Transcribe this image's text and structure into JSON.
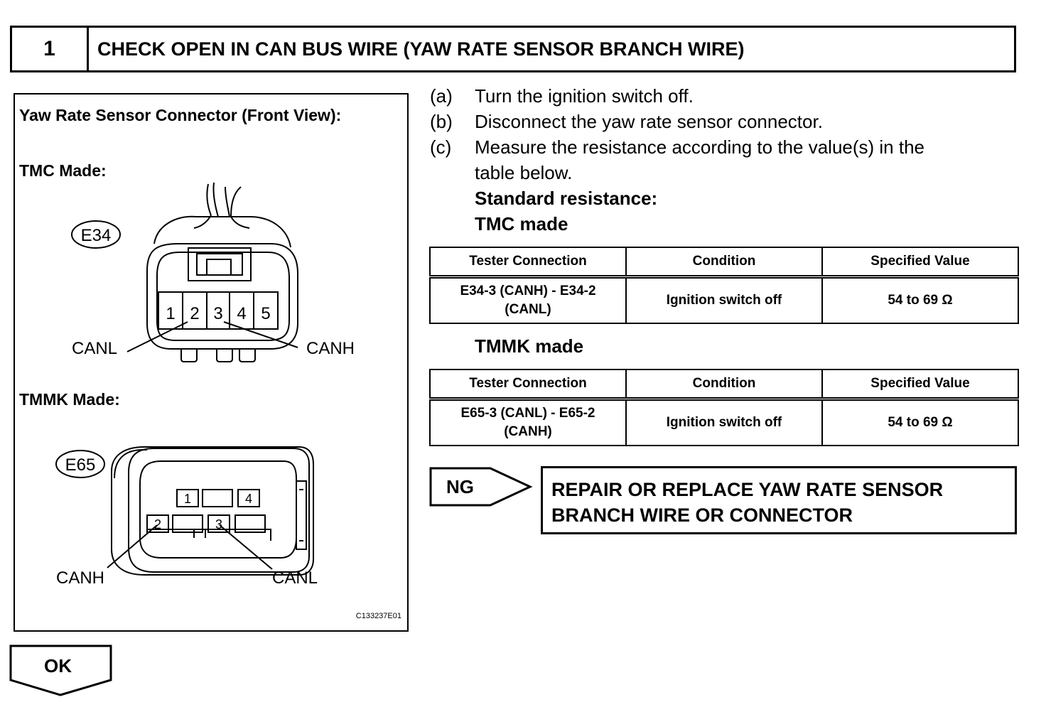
{
  "header": {
    "step_number": "1",
    "title": "CHECK OPEN IN CAN BUS WIRE (YAW RATE SENSOR BRANCH WIRE)"
  },
  "figure": {
    "title": "Yaw Rate Sensor Connector (Front View):",
    "tmc_label": "TMC Made:",
    "tmmk_label": "TMMK Made:",
    "tmc_connector": {
      "id": "E34",
      "pins": [
        "1",
        "2",
        "3",
        "4",
        "5"
      ],
      "left_callout": "CANL",
      "right_callout": "CANH"
    },
    "tmmk_connector": {
      "id": "E65",
      "pins": [
        "1",
        "4",
        "2",
        "3"
      ],
      "left_callout": "CANH",
      "right_callout": "CANL"
    },
    "code": "C133237E01"
  },
  "instructions": [
    {
      "letter": "(a)",
      "text": "Turn the ignition switch off."
    },
    {
      "letter": "(b)",
      "text": "Disconnect the yaw rate sensor connector."
    },
    {
      "letter": "(c)",
      "text": "Measure the resistance according to the value(s) in the",
      "text2": "table below."
    }
  ],
  "standard_label": "Standard resistance:",
  "tables": [
    {
      "label": "TMC made",
      "headers": [
        "Tester Connection",
        "Condition",
        "Specified Value"
      ],
      "row": {
        "connection_line1": "E34-3 (CANH) - E34-2",
        "connection_line2": "(CANL)",
        "condition": "Ignition switch off",
        "value": "54 to 69 Ω"
      }
    },
    {
      "label": "TMMK made",
      "headers": [
        "Tester Connection",
        "Condition",
        "Specified Value"
      ],
      "row": {
        "connection_line1": "E65-3 (CANL) - E65-2",
        "connection_line2": "(CANH)",
        "condition": "Ignition switch off",
        "value": "54 to 69 Ω"
      }
    }
  ],
  "ng": {
    "label": "NG",
    "result_line1": "REPAIR OR REPLACE YAW RATE SENSOR",
    "result_line2": "BRANCH WIRE OR CONNECTOR"
  },
  "ok": {
    "label": "OK"
  }
}
